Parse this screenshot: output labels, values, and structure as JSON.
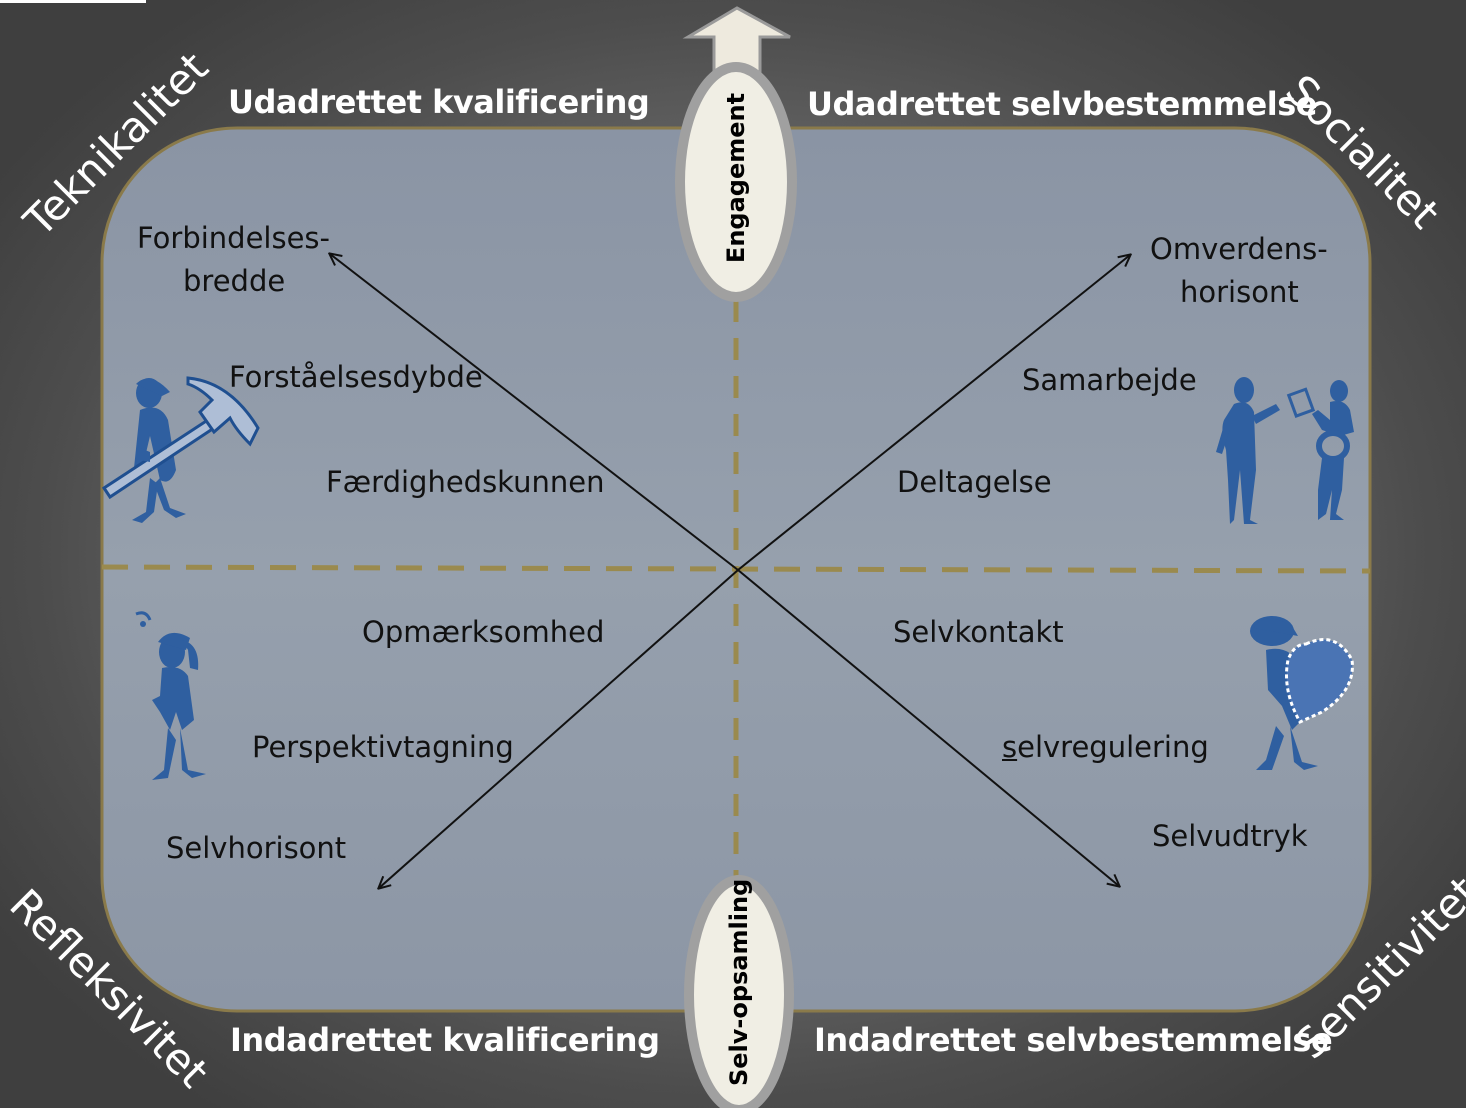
{
  "quadrant_titles": {
    "top_left": "Udadrettet kvalificering",
    "top_right": "Udadrettet selvbestemmelse",
    "bottom_left": "Indadrettet kvalificering",
    "bottom_right": "Indadrettet selvbestemmelse"
  },
  "corner_labels": {
    "top_left": "Teknikalitet",
    "top_right": "Socialitet",
    "bottom_left": "Refleksivitet",
    "bottom_right": "Sensitivitet"
  },
  "vertical_axis": {
    "top": "Engagement",
    "bottom": "Selv-opsamling"
  },
  "items": {
    "top_left": [
      "Forbindelses-",
      "bredde",
      "Forståelsesdybde",
      "Færdighedskunnen"
    ],
    "top_right": [
      "Omverdens-",
      "horisont",
      "Samarbejde",
      "Deltagelse"
    ],
    "bottom_left": [
      "Opmærksomhed",
      "Perspektivtagning",
      "Selvhorisont"
    ],
    "bottom_right": [
      "Selvkontakt",
      "selvregulering",
      "Selvudtryk"
    ]
  },
  "colors": {
    "panel": "#8f99a8",
    "panel_border": "#8a7a4a",
    "dash": "#9a8a4e",
    "figure": "#2f5fa0",
    "ellipse_fill": "#f0eee4",
    "ellipse_ring": "#a0a0a0"
  },
  "icons": [
    "worker-with-hammer-icon",
    "people-collaborating-icon",
    "thinking-person-icon",
    "person-holding-heart-icon"
  ]
}
